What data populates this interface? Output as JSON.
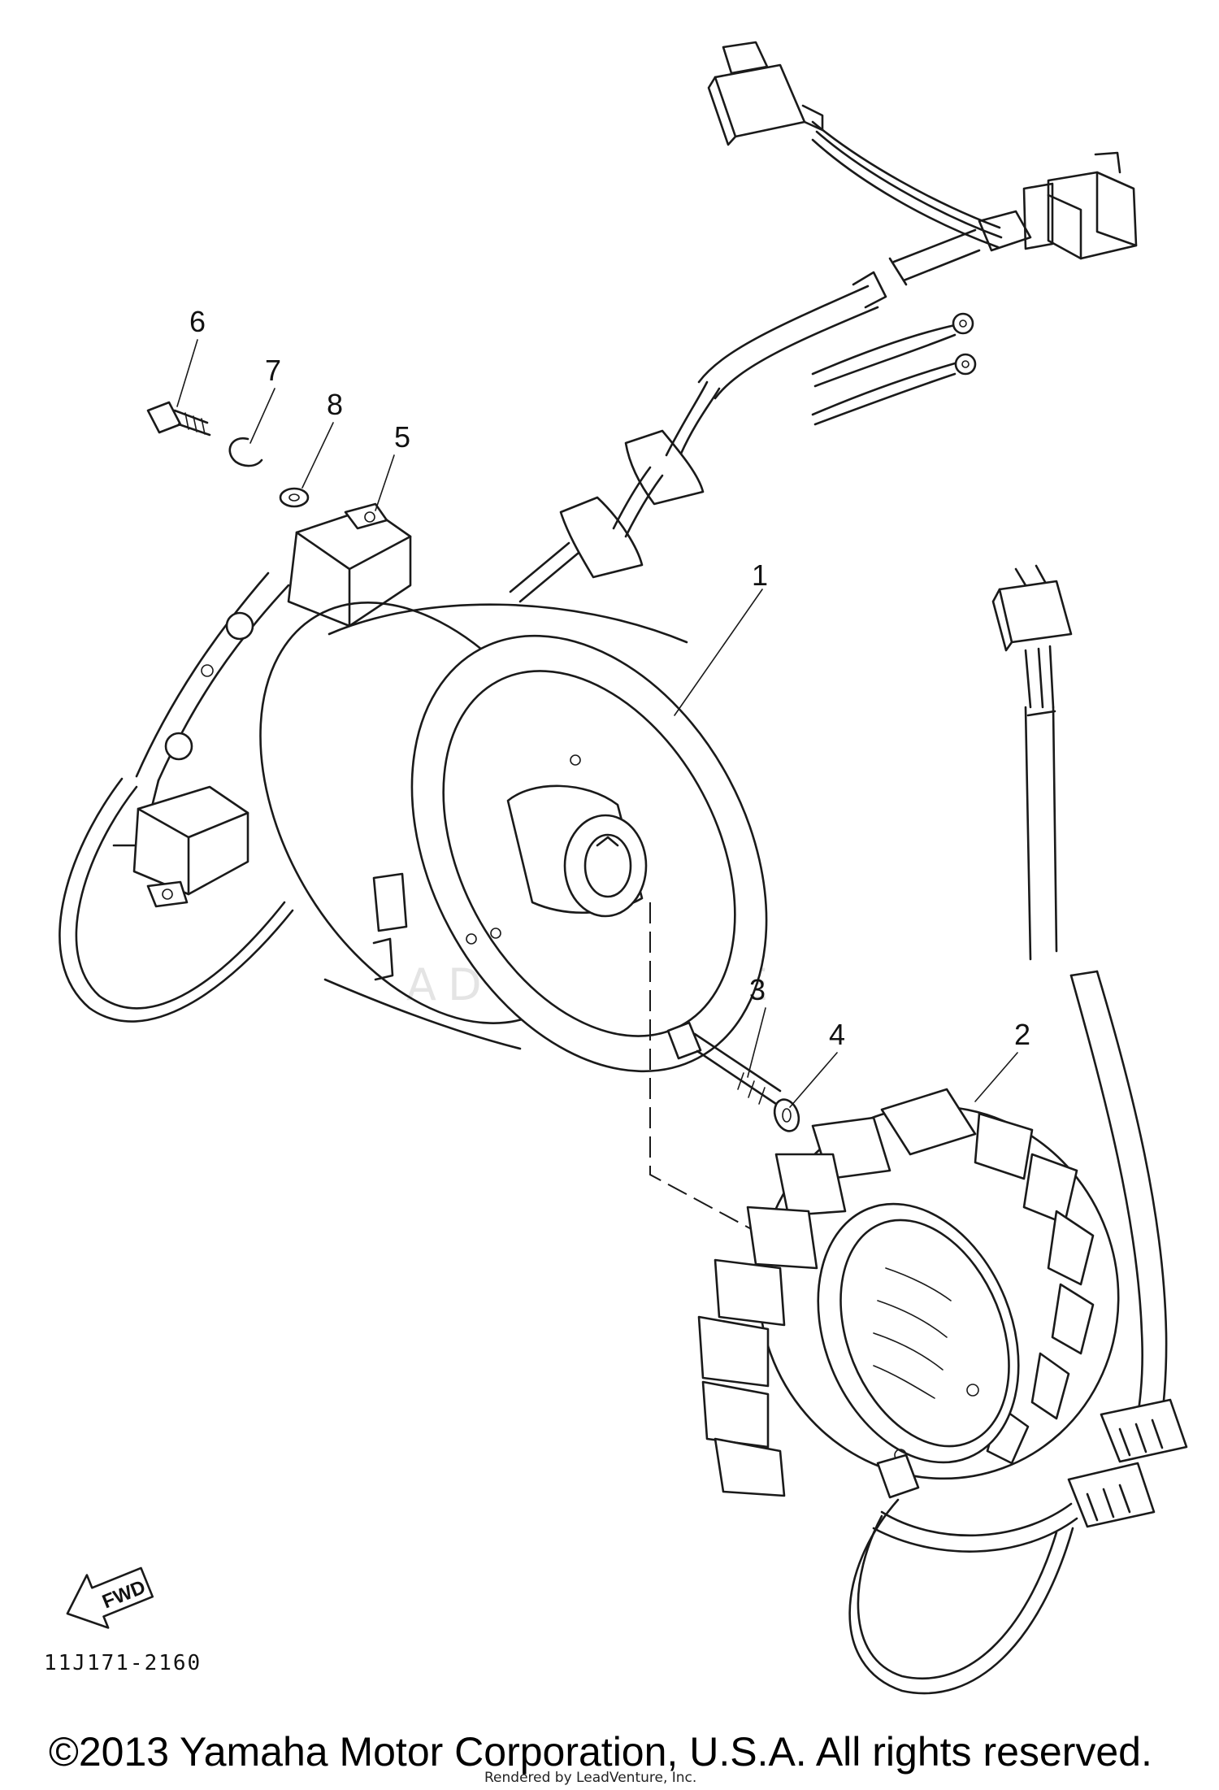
{
  "callouts": [
    {
      "id": "1",
      "label": "1"
    },
    {
      "id": "2",
      "label": "2"
    },
    {
      "id": "3",
      "label": "3"
    },
    {
      "id": "4",
      "label": "4"
    },
    {
      "id": "5",
      "label": "5"
    },
    {
      "id": "6",
      "label": "6"
    },
    {
      "id": "7",
      "label": "7"
    },
    {
      "id": "8",
      "label": "8"
    }
  ],
  "fwd_arrow_label": "FWD",
  "diagram_code": "11J171-2160",
  "watermark": "ADVENTURE",
  "copyright": "©2013 Yamaha Motor Corporation, U.S.A. All rights reserved.",
  "rendered_by": "Rendered by LeadVenture, Inc."
}
